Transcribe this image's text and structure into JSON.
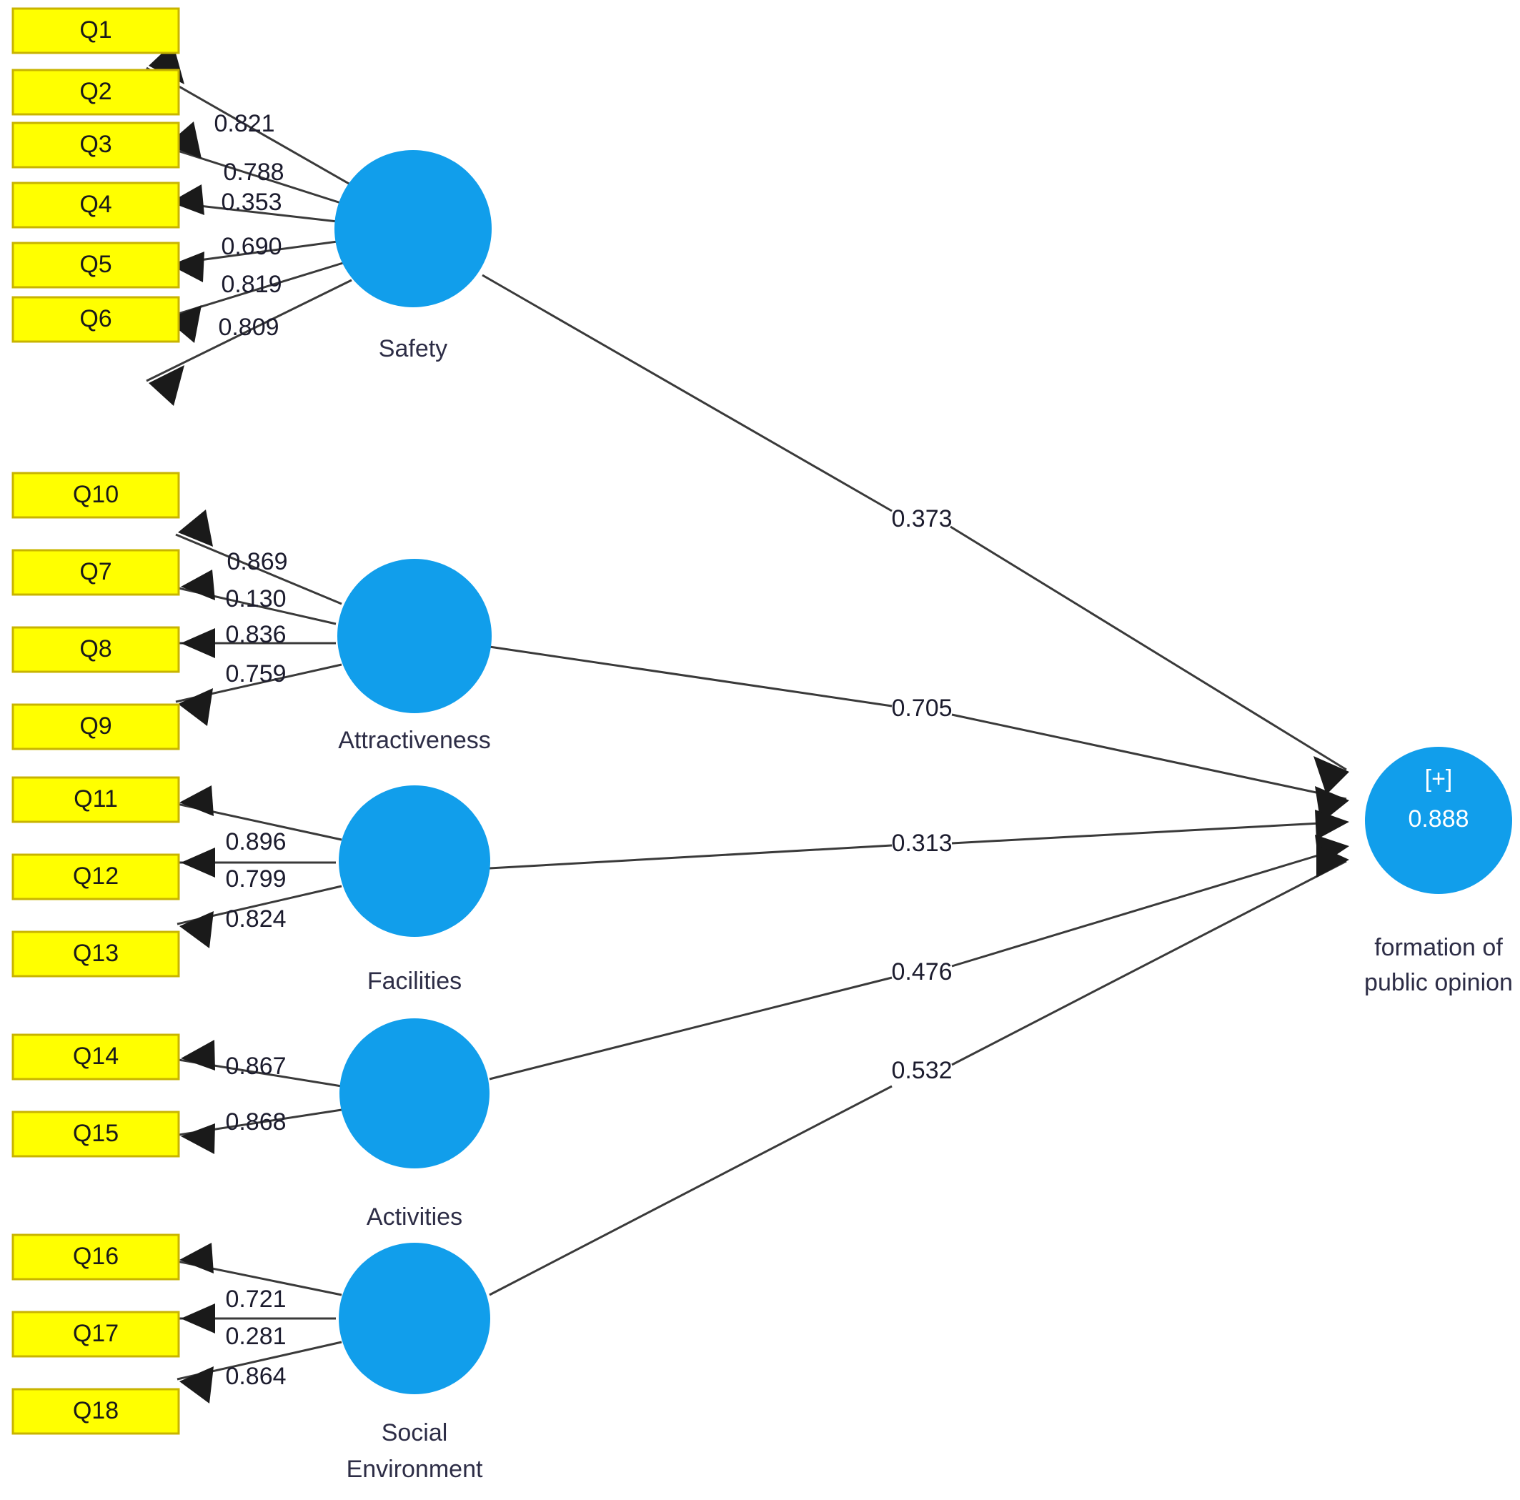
{
  "diagram": {
    "type": "sem-path-diagram",
    "title": "",
    "colors": {
      "indicator_fill": "#ffff00",
      "indicator_border": "#c8b400",
      "construct_fill": "#119eeb",
      "edge": "#3a3a3a",
      "label_text": "#1c1c2e",
      "endogenous_text": "#ffffff",
      "background": "#ffffff"
    }
  },
  "chart_data": {
    "type": "diagram",
    "title": "",
    "endogenous": {
      "name": "formation of public opinion",
      "badge": "[+]",
      "r_squared": "0.888"
    },
    "constructs": [
      {
        "id": "safety",
        "name": "Safety",
        "path_coefficient": "0.373",
        "indicators": [
          {
            "name": "Q1",
            "loading": "0.821"
          },
          {
            "name": "Q2",
            "loading": "0.788"
          },
          {
            "name": "Q3",
            "loading": "0.353"
          },
          {
            "name": "Q4",
            "loading": "0.690"
          },
          {
            "name": "Q5",
            "loading": "0.819"
          },
          {
            "name": "Q6",
            "loading": "0.809"
          }
        ]
      },
      {
        "id": "attractiveness",
        "name": "Attractiveness",
        "path_coefficient": "0.705",
        "indicators": [
          {
            "name": "Q10",
            "loading": "0.869"
          },
          {
            "name": "Q7",
            "loading": "0.130"
          },
          {
            "name": "Q8",
            "loading": "0.836"
          },
          {
            "name": "Q9",
            "loading": "0.759"
          }
        ]
      },
      {
        "id": "facilities",
        "name": "Facilities",
        "path_coefficient": "0.313",
        "indicators": [
          {
            "name": "Q11",
            "loading": "0.896"
          },
          {
            "name": "Q12",
            "loading": "0.799"
          },
          {
            "name": "Q13",
            "loading": "0.824"
          }
        ]
      },
      {
        "id": "activities",
        "name": "Activities",
        "path_coefficient": "0.476",
        "indicators": [
          {
            "name": "Q14",
            "loading": "0.867"
          },
          {
            "name": "Q15",
            "loading": "0.868"
          }
        ]
      },
      {
        "id": "social-environment",
        "name": "Social\nEnvironment",
        "name_line1": "Social",
        "name_line2": "Environment",
        "path_coefficient": "0.532",
        "indicators": [
          {
            "name": "Q16",
            "loading": "0.721"
          },
          {
            "name": "Q17",
            "loading": "0.281"
          },
          {
            "name": "Q18",
            "loading": "0.864"
          }
        ]
      }
    ]
  },
  "indicators": {
    "q1": "Q1",
    "q2": "Q2",
    "q3": "Q3",
    "q4": "Q4",
    "q5": "Q5",
    "q6": "Q6",
    "q10": "Q10",
    "q7": "Q7",
    "q8": "Q8",
    "q9": "Q9",
    "q11": "Q11",
    "q12": "Q12",
    "q13": "Q13",
    "q14": "Q14",
    "q15": "Q15",
    "q16": "Q16",
    "q17": "Q17",
    "q18": "Q18"
  },
  "loadings": {
    "safety": {
      "l1": "0.821",
      "l2": "0.788",
      "l3": "0.353",
      "l4": "0.690",
      "l5": "0.819",
      "l6": "0.809"
    },
    "attractiveness": {
      "l1": "0.869",
      "l2": "0.130",
      "l3": "0.836",
      "l4": "0.759"
    },
    "facilities": {
      "l1": "0.896",
      "l2": "0.799",
      "l3": "0.824"
    },
    "activities": {
      "l1": "0.867",
      "l2": "0.868"
    },
    "social": {
      "l1": "0.721",
      "l2": "0.281",
      "l3": "0.864"
    }
  },
  "constructs": {
    "safety": "Safety",
    "attractiveness": "Attractiveness",
    "facilities": "Facilities",
    "activities": "Activities",
    "social_line1": "Social",
    "social_line2": "Environment"
  },
  "paths": {
    "safety": "0.373",
    "attractiveness": "0.705",
    "facilities": "0.313",
    "activities": "0.476",
    "social": "0.532"
  },
  "endogenous": {
    "badge": "[+]",
    "r_squared": "0.888",
    "label_line1": "formation of",
    "label_line2": "public opinion"
  }
}
